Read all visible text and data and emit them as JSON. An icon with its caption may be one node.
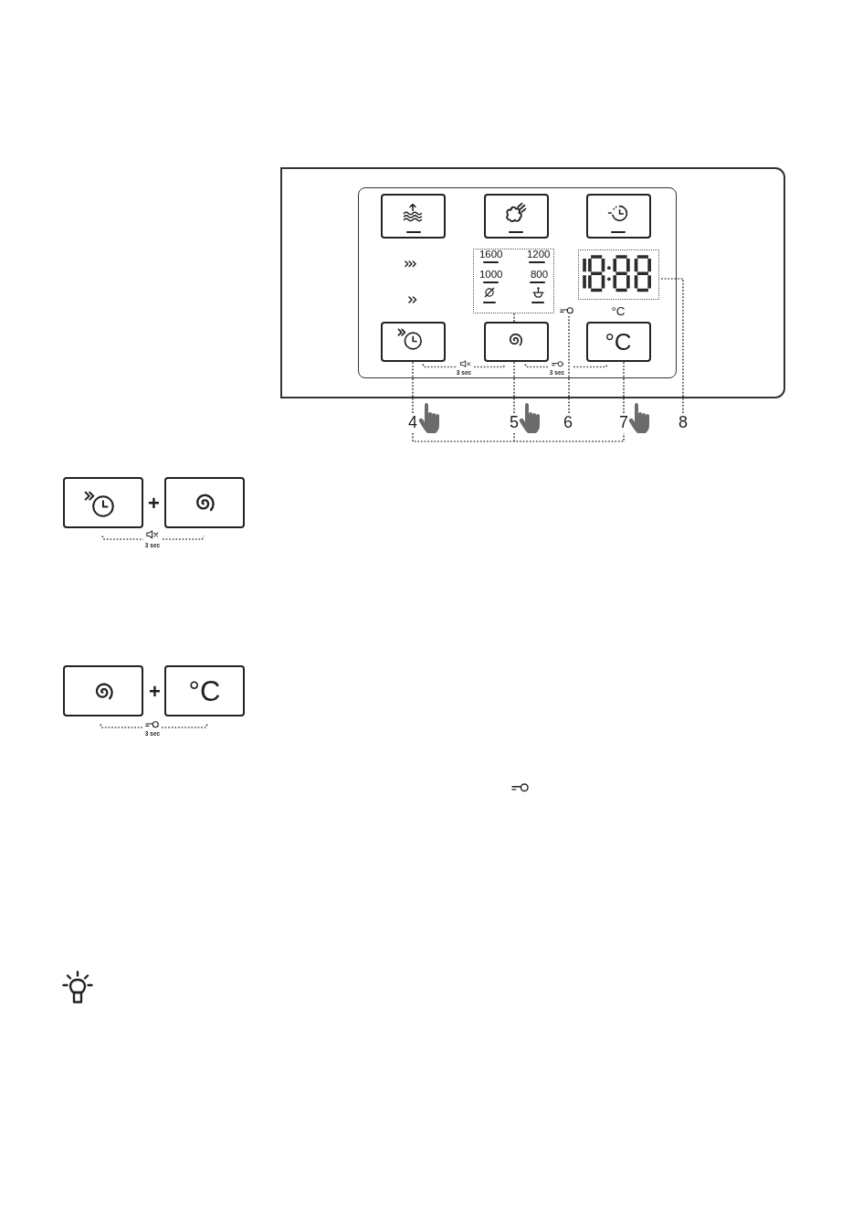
{
  "diagram": {
    "nodes": [
      {
        "text": [],
        "shape": "box"
      },
      {
        "text": [],
        "shape": "box",
        "in": 0
      },
      {
        "text": [],
        "shape": "box",
        "in": 1
      },
      {
        "text": [],
        "shape": "box",
        "in": 1
      },
      {
        "text": [],
        "shape": "box",
        "in": 1
      },
      {
        "text": [
          "1600",
          "1200",
          "1000",
          "800"
        ],
        "in": 1
      },
      {
        "text": [],
        "shape": "box",
        "in": 1
      },
      {
        "text": [],
        "shape": "picture",
        "in": 1
      },
      {
        "text": [],
        "shape": "box",
        "in": 1
      },
      {
        "text": [],
        "shape": "box",
        "in": 1
      },
      {
        "text": [
          "°C"
        ],
        "in": 1
      },
      {
        "text": [
          "4"
        ]
      },
      {
        "text": [
          "5"
        ]
      },
      {
        "text": [
          "6"
        ]
      },
      {
        "text": [
          "7"
        ]
      },
      {
        "text": [
          "8"
        ]
      },
      {
        "text": [],
        "shape": "box"
      },
      {
        "text": [],
        "shape": "box"
      },
      {
        "text": [],
        "shape": "box"
      },
      {
        "text": [
          "°C"
        ]
      }
    ],
    "edges": [
      {
        "from": 11,
        "to": 8,
        "arrow": "none"
      },
      {
        "from": 12,
        "to": 9,
        "arrow": "none"
      },
      {
        "from": 9,
        "to": 5,
        "arrow": "none"
      },
      {
        "from": 13,
        "to": 7,
        "arrow": "none"
      },
      {
        "from": 14,
        "to": 10,
        "arrow": "none"
      },
      {
        "from": 15,
        "to": 6,
        "arrow": "none"
      }
    ],
    "labels": [
      "°C",
      "3 sec",
      "3 sec",
      "+",
      "3 sec",
      "+",
      "3 sec"
    ]
  }
}
